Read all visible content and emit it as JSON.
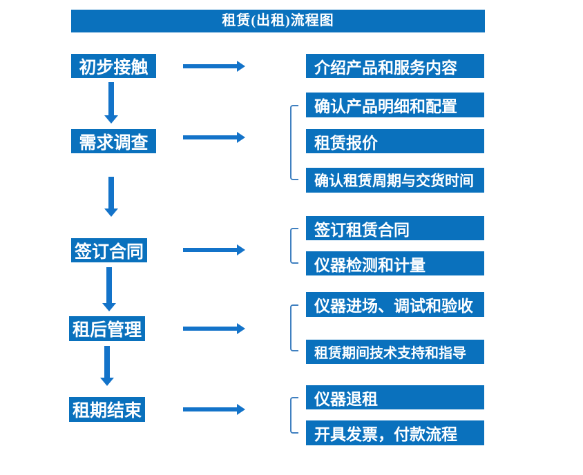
{
  "title": "租赁(出租)流程图",
  "colors": {
    "primary": "#0a71bd",
    "arrow": "#1373c9",
    "bracket": "#4080c0"
  },
  "steps": [
    {
      "label": "初步接触",
      "details": [
        "介绍产品和服务内容"
      ]
    },
    {
      "label": "需求调查",
      "details": [
        "确认产品明细和配置",
        "租赁报价",
        "确认租赁周期与交货时间"
      ]
    },
    {
      "label": "签订合同",
      "details": [
        "签订租赁合同",
        "仪器检测和计量"
      ]
    },
    {
      "label": "租后管理",
      "details": [
        "仪器进场、调试和验收",
        "租赁期间技术支持和指导"
      ]
    },
    {
      "label": "租期结束",
      "details": [
        "仪器退租",
        "开具发票，付款流程"
      ]
    }
  ]
}
